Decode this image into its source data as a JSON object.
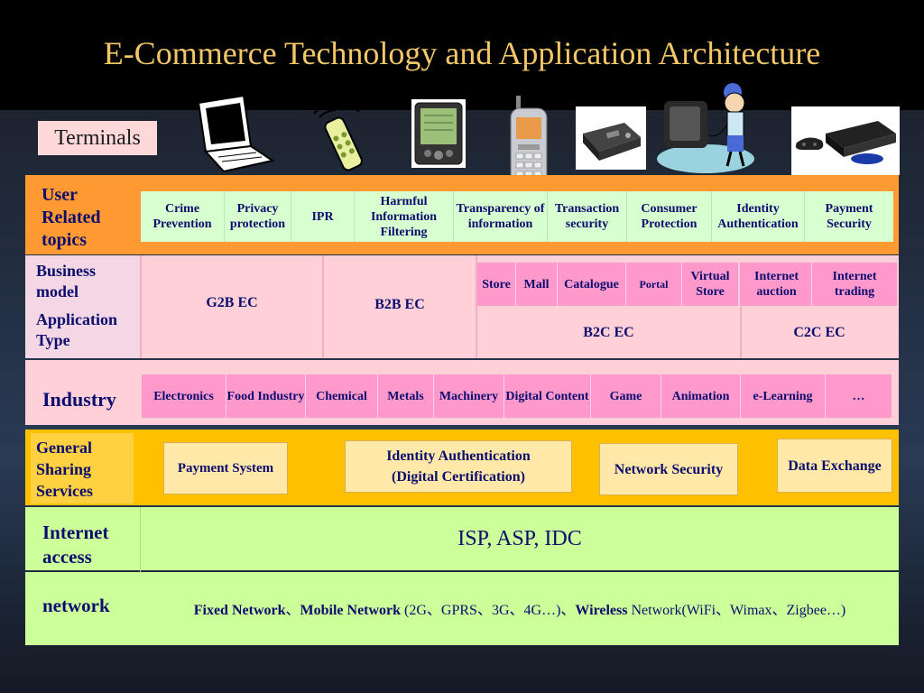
{
  "title": "E-Commerce Technology and Application Architecture",
  "terminals_label": "Terminals",
  "terminal_icons": [
    "laptop-icon",
    "cordless-phone-icon",
    "pda-icon",
    "mobile-phone-icon",
    "set-top-box-icon",
    "tv-gamer-icon",
    "game-console-icon"
  ],
  "user_related": {
    "label": "User Related topics",
    "topics": [
      "Crime Prevention",
      "Privacy protection",
      "IPR",
      "Harmful Information Filtering",
      "Transparency of information",
      "Transaction security",
      "Consumer Protection",
      "Identity Authentication",
      "Payment Security"
    ]
  },
  "business": {
    "label1": "Business model",
    "label2": "Application Type",
    "g2b": "G2B EC",
    "b2b": "B2B EC",
    "b2c_models": [
      "Store",
      "Mall",
      "Catalogue",
      "Portal",
      "Virtual Store"
    ],
    "c2c_models": [
      "Internet auction",
      "Internet trading"
    ],
    "b2c": "B2C EC",
    "c2c": "C2C EC"
  },
  "industry": {
    "label": "Industry",
    "items": [
      "Electronics",
      "Food Industry",
      "Chemical",
      "Metals",
      "Machinery",
      "Digital Content",
      "Game",
      "Animation",
      "e-Learning",
      "…"
    ]
  },
  "general_services": {
    "label": "General Sharing Services",
    "items": [
      "Payment System",
      "Identity Authentication (Digital Certification)",
      "Network Security",
      "Data Exchange"
    ]
  },
  "internet_access": {
    "label": "Internet access",
    "value": "ISP, ASP, IDC"
  },
  "network": {
    "label": "network",
    "fixed": "Fixed Network",
    "sep1": "、",
    "mobile": "Mobile Network",
    "mobile_detail": " (2G、GPRS、3G、4G…)、",
    "wireless": "Wireless",
    "wireless_detail": " Network(WiFi、Wimax、Zigbee…)"
  },
  "colors": {
    "title": "#f3c766",
    "orange": "#ff9a33",
    "green": "#d8ffd0",
    "pink_light": "#ffd0d8",
    "pink": "#ff99cc",
    "yellow": "#ffc000",
    "lime": "#ccff99",
    "text": "#0c0c6e"
  }
}
